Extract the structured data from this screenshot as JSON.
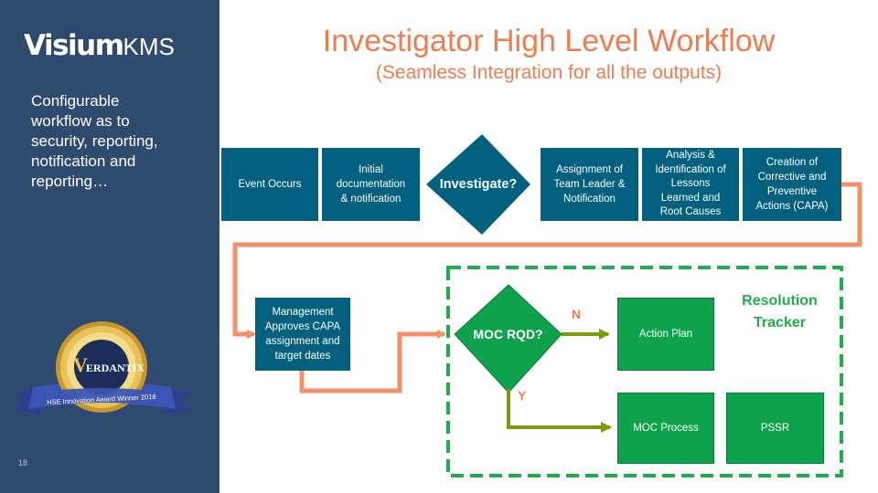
{
  "sidebar": {
    "logo_main": "Visium",
    "logo_sub": "KMS",
    "description": "Configurable\nworkflow as to\nsecurity, reporting,\nnotification and\nreporting…",
    "badge": {
      "brand": "ERDANTIX",
      "brand_initial": "V",
      "ribbon": "HSE Innovation Award Winner 2018"
    },
    "slide_number": "18"
  },
  "title": "Investigator High Level Workflow",
  "subtitle": "(Seamless Integration for all the outputs)",
  "workflow": {
    "row1": {
      "event_occurs": "Event Occurs",
      "initial_doc": "Initial\ndocumentation\n& notification",
      "investigate": "Investigate?",
      "assignment": "Assignment of\nTeam Leader &\nNotification",
      "analysis": "Analysis &\nIdentification of\nLessons\nLearned and\nRoot Causes",
      "capa": "Creation of\nCorrective and\nPreventive\nActions (CAPA)"
    },
    "row2": {
      "management": "Management\nApproves CAPA\nassignment and\ntarget dates",
      "moc_rqd": "MOC RQD?",
      "no_label": "N",
      "yes_label": "Y",
      "action_plan": "Action Plan",
      "moc_process": "MOC Process",
      "pssr": "PSSR",
      "resolution_tracker": "Resolution\nTracker"
    }
  },
  "colors": {
    "sidebar": "#2e4b6e",
    "title": "#ef7d52",
    "teal_box": "#01607e",
    "green_box": "#0fa24c",
    "connector_orange": "#f4916a",
    "connector_olive": "#7a9a0a",
    "tracker_border": "#1fae4b"
  }
}
